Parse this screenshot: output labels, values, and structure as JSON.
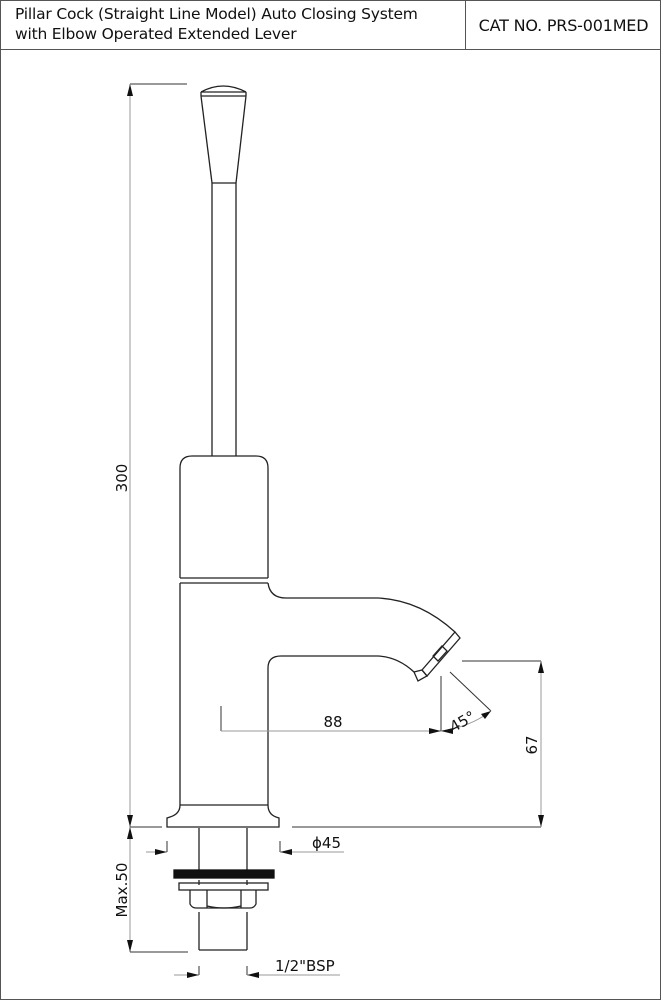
{
  "title_block": {
    "title_line1": "Pillar Cock (Straight Line Model) Auto Closing System",
    "title_line2": "with Elbow Operated Extended Lever",
    "catalog_number": "CAT NO. PRS-001MED"
  },
  "dimensions": {
    "overall_height": "300",
    "spout_reach": "88",
    "spout_angle": "45°",
    "spout_height": "67",
    "base_diameter": "ϕ45",
    "max_shank_length": "Max.50",
    "thread_size": "1/2\"BSP"
  },
  "colors": {
    "line": "#222222",
    "dimension_line": "#999999",
    "border": "#555555"
  }
}
